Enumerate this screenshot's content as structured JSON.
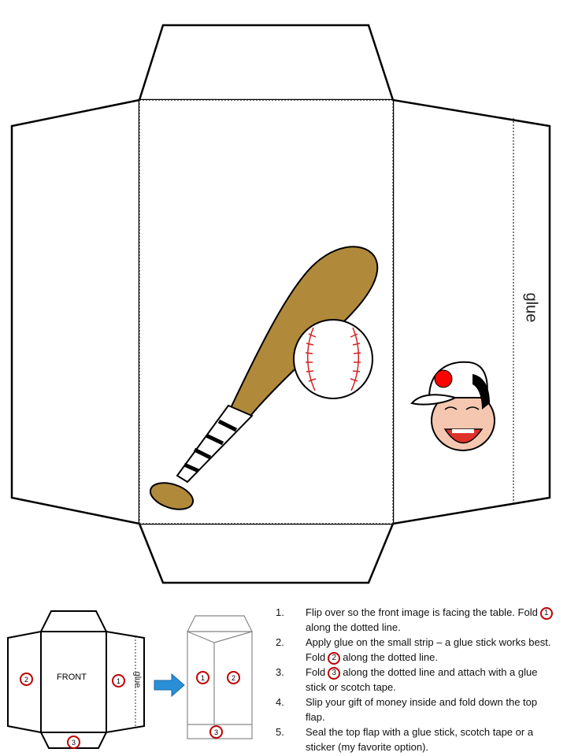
{
  "template": {
    "glue_label": "glue"
  },
  "diagram": {
    "front_label": "FRONT",
    "glue_label": "glue",
    "flat_numbers": [
      "2",
      "1",
      "3"
    ],
    "folded_numbers": [
      "1",
      "2",
      "3"
    ]
  },
  "instructions": [
    {
      "number": "1.",
      "before": "Flip over so the front image is facing the table. Fold",
      "marker": "1",
      "after": "along the dotted line."
    },
    {
      "number": "2.",
      "before": "Apply glue on the small strip – a glue stick works best.  Fold",
      "marker": "2",
      "after": "along the dotted line."
    },
    {
      "number": "3.",
      "before": "Fold",
      "marker": "3",
      "after": "along the dotted line and attach with a glue stick or scotch tape."
    },
    {
      "number": "4.",
      "before": "Slip your gift of money inside and fold down the top flap.",
      "marker": "",
      "after": ""
    },
    {
      "number": "5.",
      "before": "Seal the top flap with a glue stick, scotch tape or a sticker (my favorite option).",
      "marker": "",
      "after": ""
    }
  ],
  "colors": {
    "bat": "#b08a3a",
    "ball_stitch": "#d62020",
    "marker_ring": "#c00000",
    "arrow": "#2a8fd6",
    "cap_logo": "#ff0000",
    "mouth": "#e0302a",
    "face": "#f6c7b0"
  }
}
